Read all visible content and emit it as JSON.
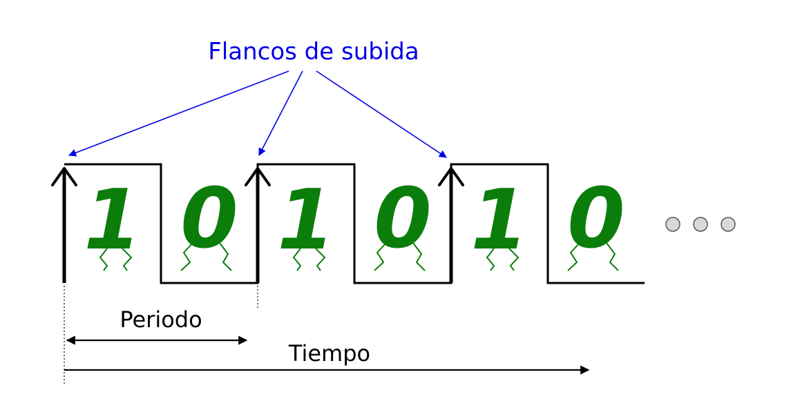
{
  "title": "Flancos de subida",
  "period_label": "Periodo",
  "time_label": "Tiempo",
  "bits": [
    {
      "value": "1"
    },
    {
      "value": "0"
    },
    {
      "value": "1"
    },
    {
      "value": "0"
    },
    {
      "value": "1"
    },
    {
      "value": "0"
    }
  ],
  "ellipsis_count": 3,
  "colors": {
    "title": "#0000e6",
    "arrows_title": "#0000e6",
    "signal": "#000000",
    "digits": "#0b7d0b",
    "legs": "#0b7d0b",
    "ellipsis_fill": "#d9d9d9",
    "ellipsis_stroke": "#555555"
  }
}
